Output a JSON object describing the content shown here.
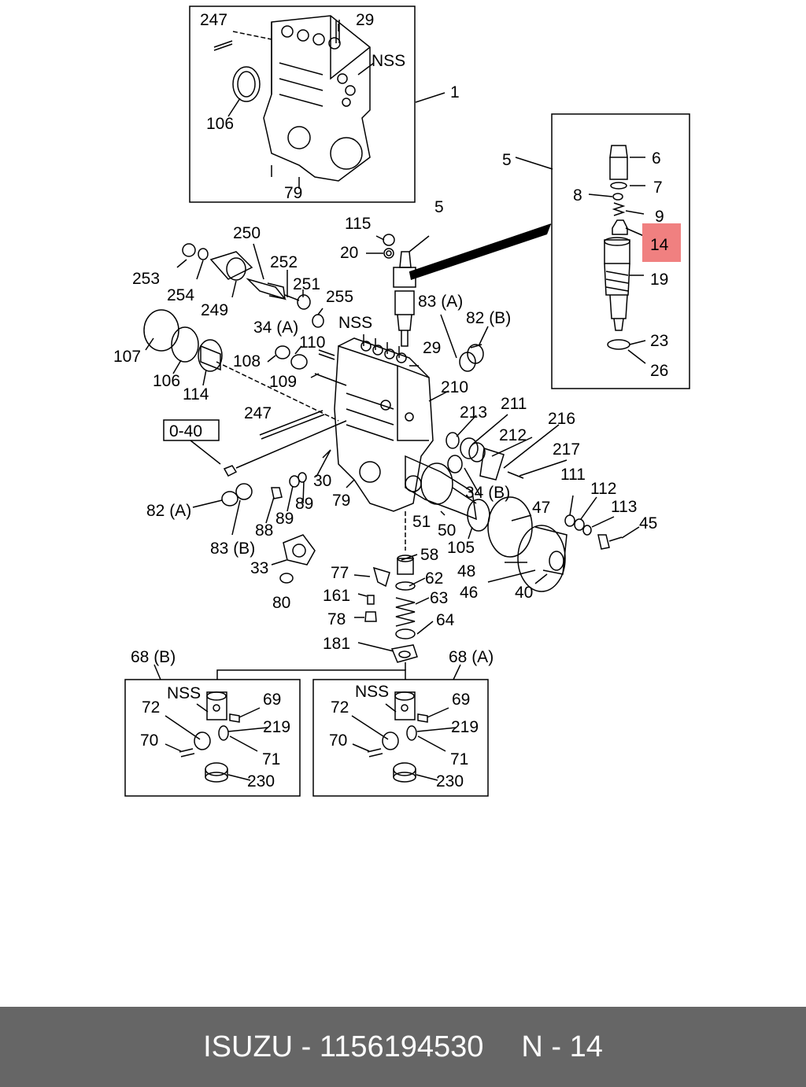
{
  "labels": {
    "l1": "1",
    "l5": "5",
    "l5b": "5",
    "l6": "6",
    "l7": "7",
    "l8": "8",
    "l9": "9",
    "l14": "14",
    "l19": "19",
    "l20": "20",
    "l23": "23",
    "l26": "26",
    "l29a": "29",
    "l29b": "29",
    "l30": "30",
    "l33": "33",
    "l34a": "34 (A)",
    "l34b": "34 (B)",
    "l40": "40",
    "l45": "45",
    "l46": "46",
    "l47": "47",
    "l48": "48",
    "l50": "50",
    "l51": "51",
    "l58": "58",
    "l62": "62",
    "l63": "63",
    "l64": "64",
    "l68b": "68 (B)",
    "l68a": "68 (A)",
    "l69a": "69",
    "l69b": "69",
    "l70a": "70",
    "l70b": "70",
    "l71a": "71",
    "l71b": "71",
    "l72a": "72",
    "l72b": "72",
    "l77": "77",
    "l78": "78",
    "l79a": "79",
    "l79b": "79",
    "l80": "80",
    "l82a": "82 (A)",
    "l82b": "82 (B)",
    "l83a": "83 (A)",
    "l83b": "83 (B)",
    "l88": "88",
    "l89a": "89",
    "l89b": "89",
    "l105": "105",
    "l106a": "106",
    "l106b": "106",
    "l107": "107",
    "l108": "108",
    "l109": "109",
    "l110": "110",
    "l111": "111",
    "l112": "112",
    "l113": "113",
    "l114": "114",
    "l115": "115",
    "l161": "161",
    "l181": "181",
    "l210": "210",
    "l211": "211",
    "l212": "212",
    "l213": "213",
    "l216": "216",
    "l217": "217",
    "l219a": "219",
    "l219b": "219",
    "l230a": "230",
    "l230b": "230",
    "l247a": "247",
    "l247b": "247",
    "l249": "249",
    "l250": "250",
    "l251": "251",
    "l252": "252",
    "l253": "253",
    "l254": "254",
    "l255": "255",
    "nss1": "NSS",
    "nss2": "NSS",
    "nss3": "NSS",
    "nss4": "NSS",
    "l040": "0-40"
  },
  "highlight_color": "#f08080",
  "footer": {
    "brand_part": "ISUZU - 1156194530",
    "ref": "N - 14"
  }
}
